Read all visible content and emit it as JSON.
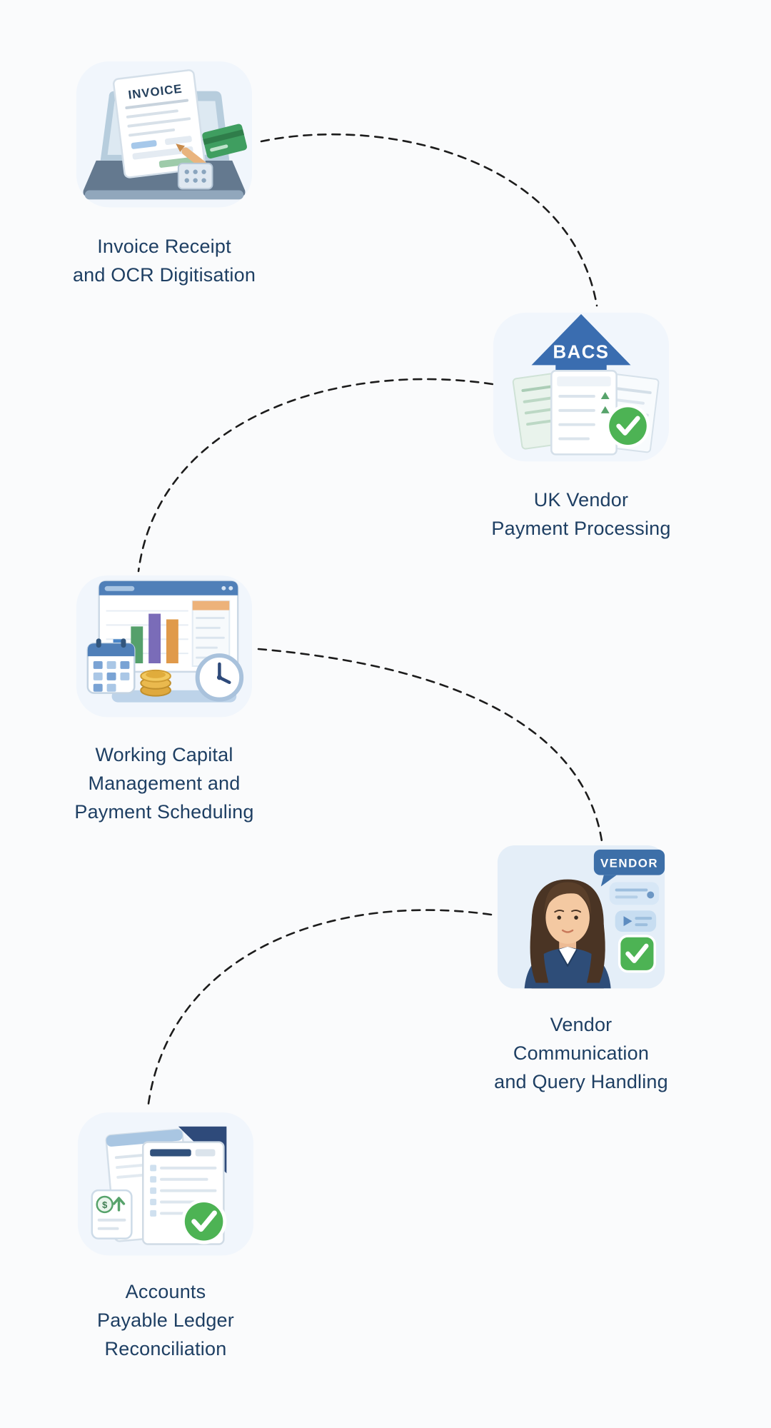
{
  "colors": {
    "background": "#fafbfc",
    "label_text": "#1e3f63",
    "connector": "#1c1c1c",
    "accent_blue": "#3d6fa8",
    "success_green": "#4db354",
    "coin_gold": "#eab94e"
  },
  "steps": [
    {
      "name": "invoice-receipt-ocr",
      "label_lines": [
        "Invoice Receipt",
        "and OCR Digitisation"
      ],
      "icon_text": "INVOICE"
    },
    {
      "name": "uk-vendor-payment",
      "label_lines": [
        "UK Vendor",
        "Payment Processing"
      ],
      "icon_text": "BACS"
    },
    {
      "name": "working-capital-scheduling",
      "label_lines": [
        "Working Capital",
        "Management and",
        "Payment Scheduling"
      ]
    },
    {
      "name": "vendor-communication",
      "label_lines": [
        "Vendor",
        "Communication",
        "and Query Handling"
      ],
      "icon_text": "VENDOR"
    },
    {
      "name": "ap-ledger-reconciliation",
      "label_lines": [
        "Accounts",
        "Payable Ledger",
        "Reconciliation"
      ],
      "icon_text": "$"
    }
  ]
}
